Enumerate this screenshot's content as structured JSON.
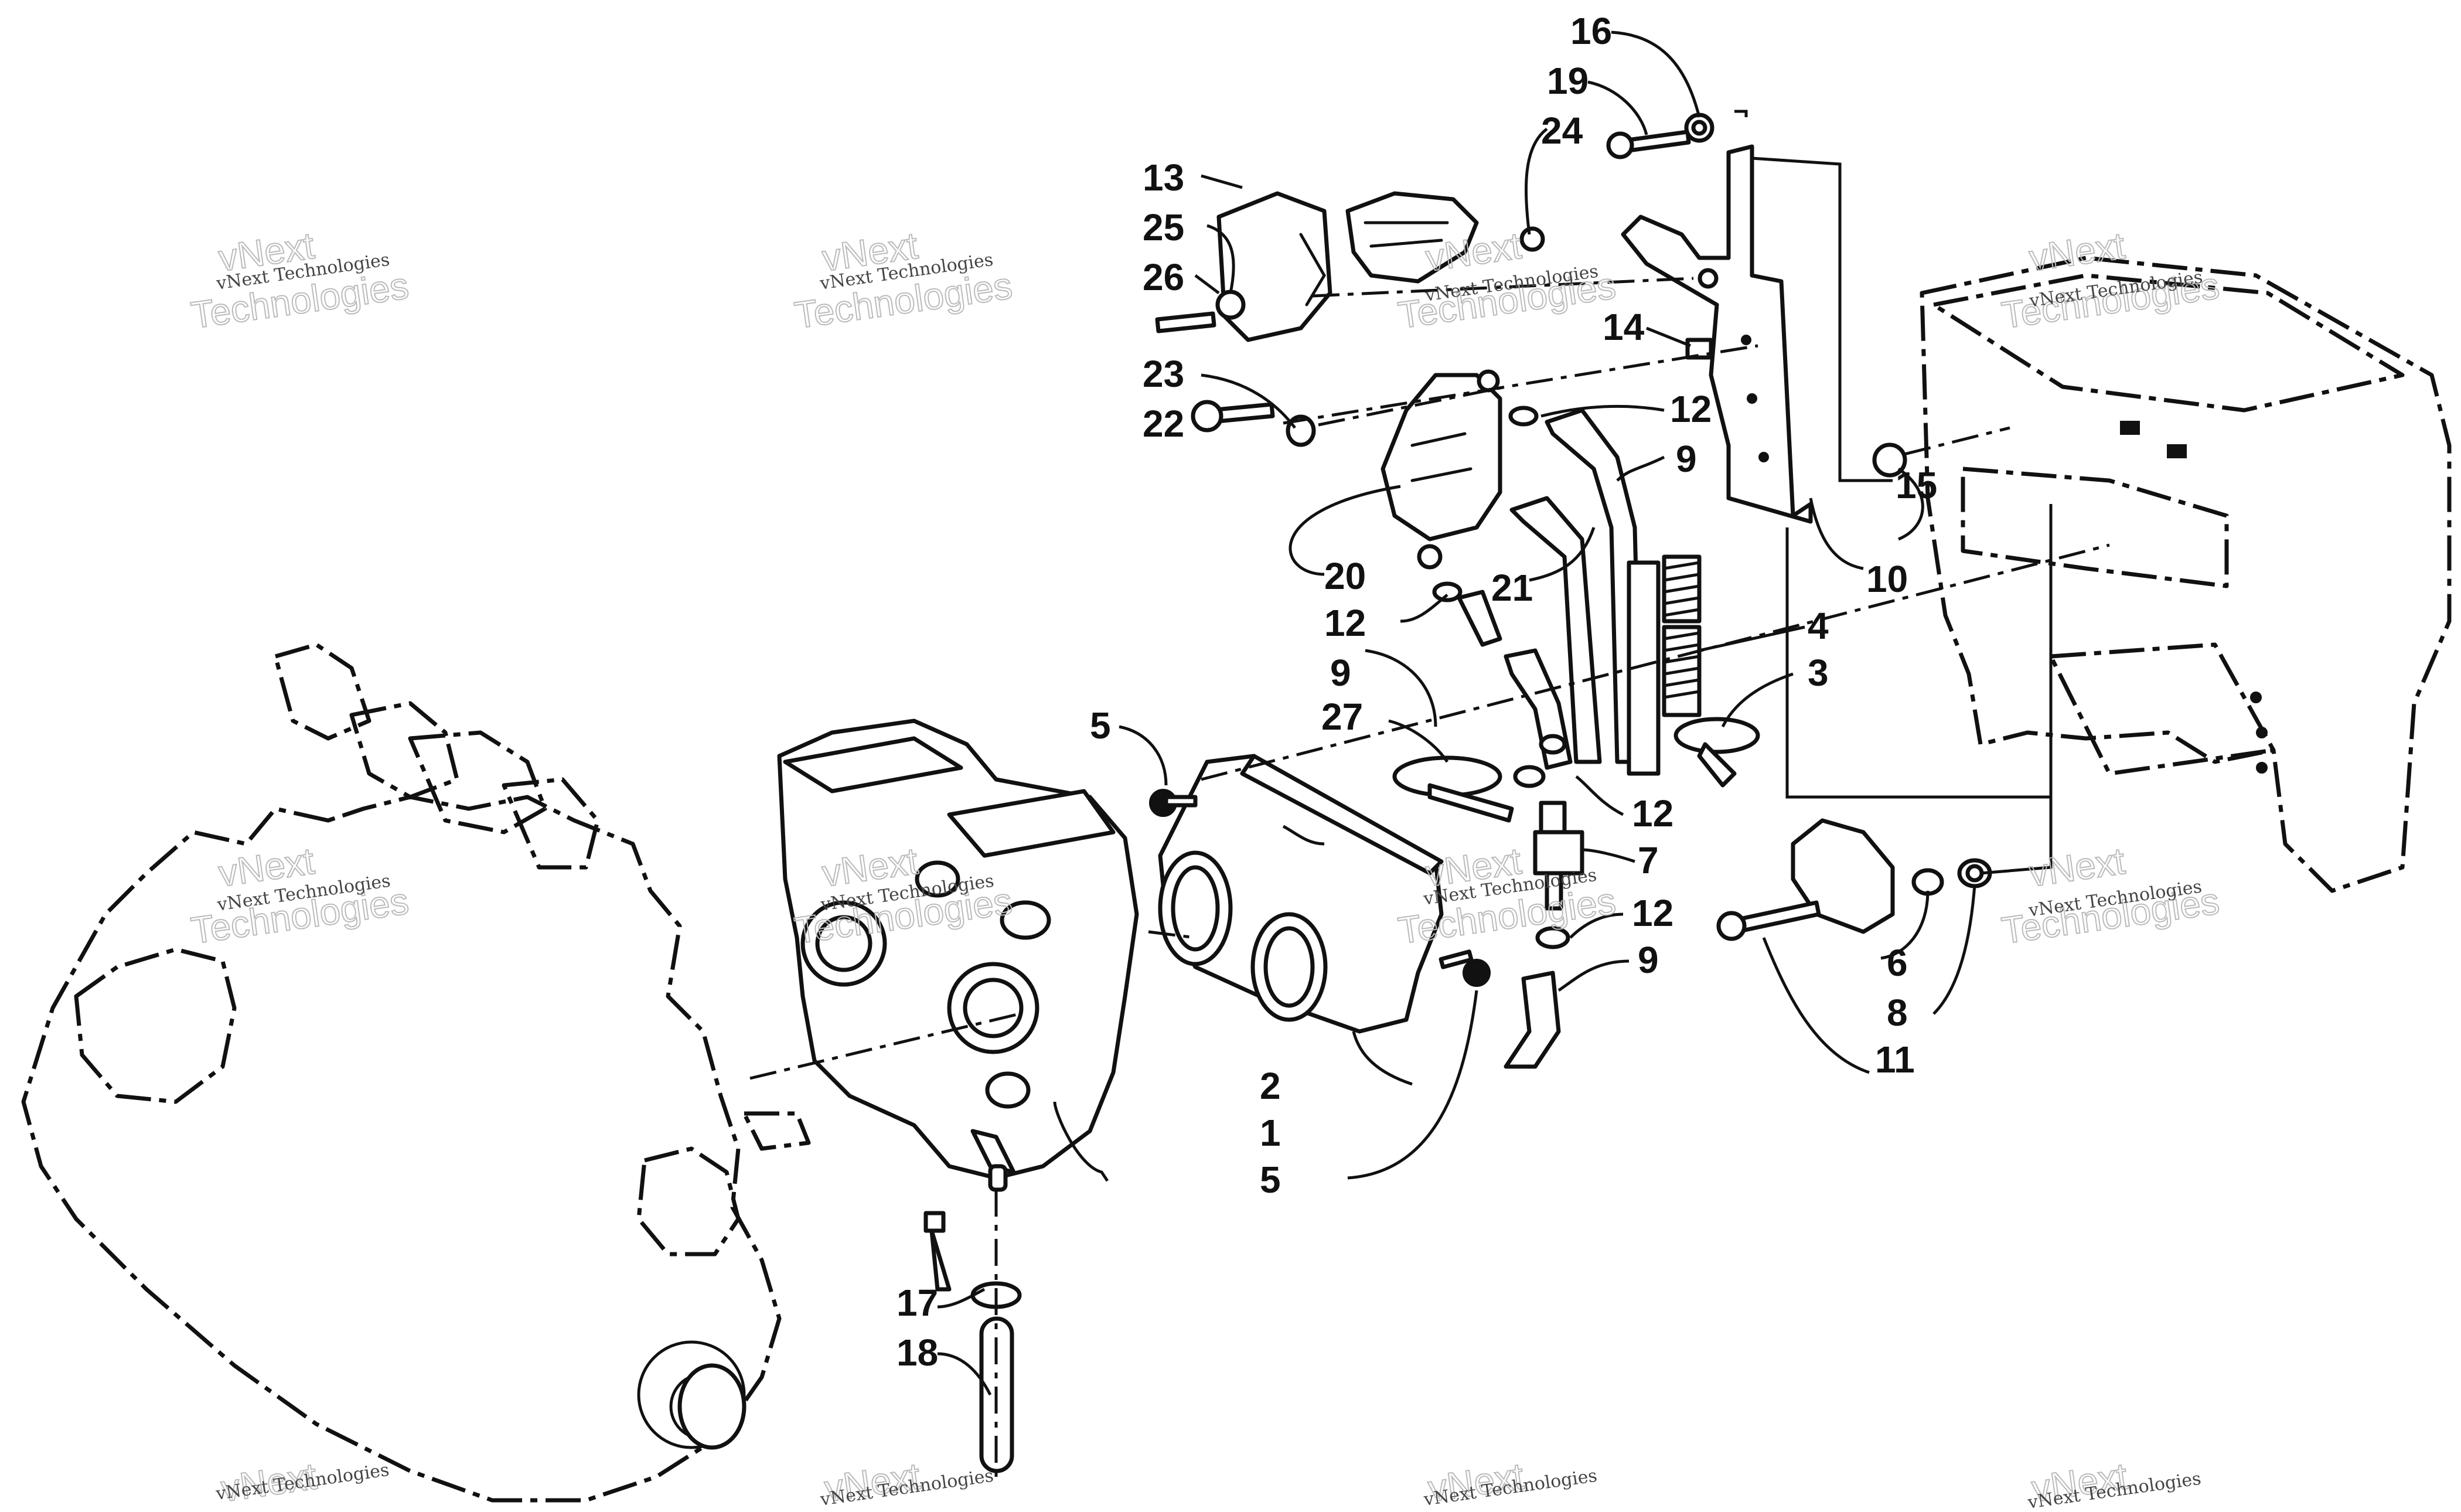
{
  "diagram": {
    "callouts": [
      {
        "id": "c16",
        "label": "16"
      },
      {
        "id": "c19",
        "label": "19"
      },
      {
        "id": "c24",
        "label": "24"
      },
      {
        "id": "c13",
        "label": "13"
      },
      {
        "id": "c25",
        "label": "25"
      },
      {
        "id": "c26",
        "label": "26"
      },
      {
        "id": "c14",
        "label": "14"
      },
      {
        "id": "c23",
        "label": "23"
      },
      {
        "id": "c22",
        "label": "22"
      },
      {
        "id": "c12a",
        "label": "12"
      },
      {
        "id": "c9a",
        "label": "9"
      },
      {
        "id": "c15",
        "label": "15"
      },
      {
        "id": "c10",
        "label": "10"
      },
      {
        "id": "c20",
        "label": "20"
      },
      {
        "id": "c12b",
        "label": "12"
      },
      {
        "id": "c21",
        "label": "21"
      },
      {
        "id": "c4",
        "label": "4"
      },
      {
        "id": "c9b",
        "label": "9"
      },
      {
        "id": "c3",
        "label": "3"
      },
      {
        "id": "c5a",
        "label": "5"
      },
      {
        "id": "c27",
        "label": "27"
      },
      {
        "id": "c12c",
        "label": "12"
      },
      {
        "id": "c7",
        "label": "7"
      },
      {
        "id": "c12d",
        "label": "12"
      },
      {
        "id": "c9c",
        "label": "9"
      },
      {
        "id": "c6",
        "label": "6"
      },
      {
        "id": "c8",
        "label": "8"
      },
      {
        "id": "c11",
        "label": "11"
      },
      {
        "id": "c2",
        "label": "2"
      },
      {
        "id": "c1",
        "label": "1"
      },
      {
        "id": "c5b",
        "label": "5"
      },
      {
        "id": "c17",
        "label": "17"
      },
      {
        "id": "c18",
        "label": "18"
      }
    ]
  },
  "watermark": {
    "line1": "vNext Technologies",
    "big1": "vNext",
    "big2": "Technologies"
  }
}
